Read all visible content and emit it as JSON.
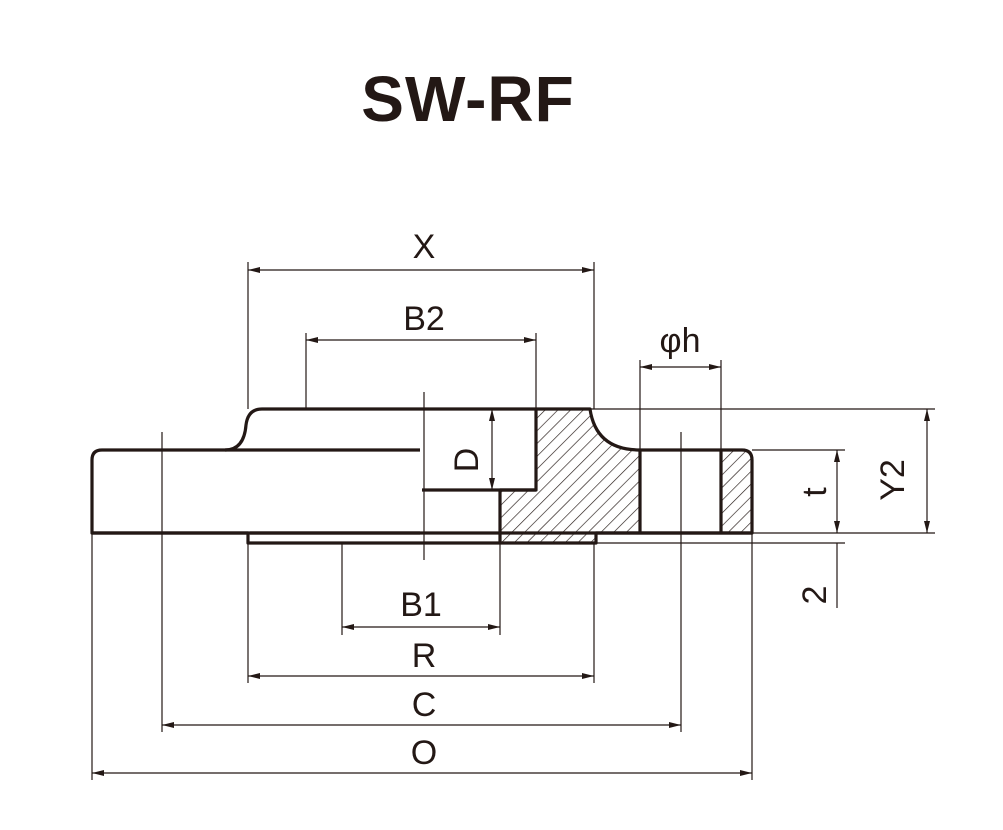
{
  "title": "SW-RF",
  "labels": {
    "X": "X",
    "B2": "B2",
    "phi_h": "φh",
    "D": "D",
    "t": "t",
    "Y2": "Y2",
    "two": "2",
    "B1": "B1",
    "R": "R",
    "C": "C",
    "O": "O"
  },
  "colors": {
    "line": "#231815",
    "background": "#ffffff"
  }
}
